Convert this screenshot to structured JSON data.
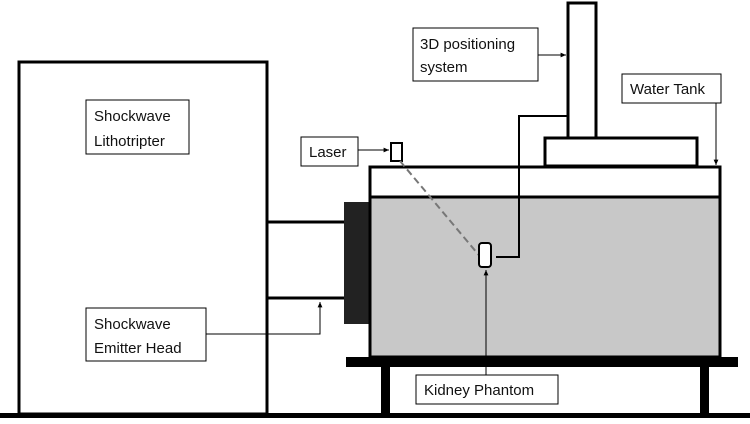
{
  "labels": {
    "lithotripter_line1": "Shockwave",
    "lithotripter_line2": "Lithotripter",
    "laser": "Laser",
    "positioning_line1": "3D positioning",
    "positioning_line2": "system",
    "water_tank": "Water Tank",
    "emitter_line1": "Shockwave",
    "emitter_line2": "Emitter Head",
    "kidney_phantom": "Kidney Phantom"
  },
  "colors": {
    "outline": "#000000",
    "water": "#c8c8c8",
    "emitter_face": "#222222",
    "laser_beam": "#777777"
  }
}
